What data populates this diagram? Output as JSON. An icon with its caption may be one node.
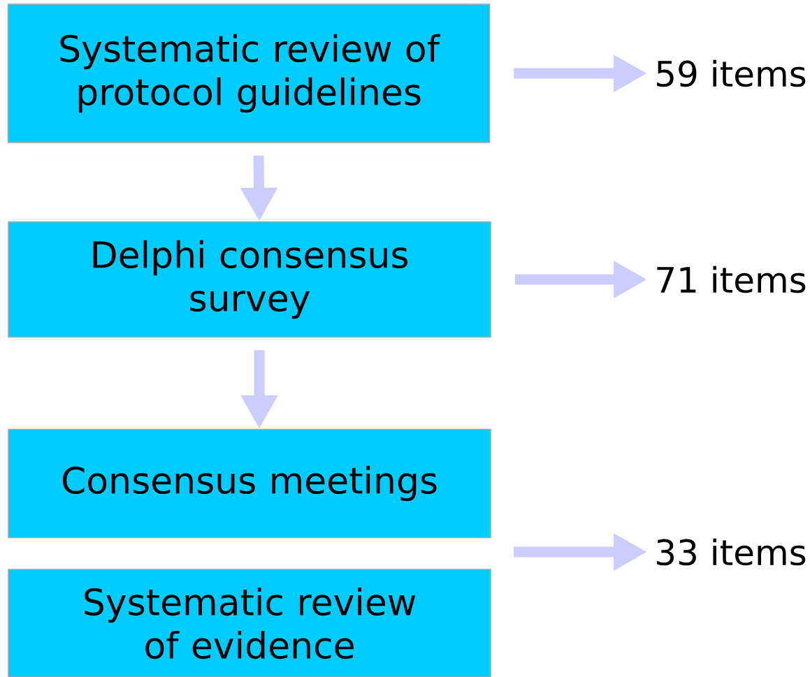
{
  "diagram": {
    "nodes": [
      {
        "text": [
          "Systematic review of protocol guidelines"
        ]
      },
      {
        "text": [
          "Delphi consensus survey"
        ]
      },
      {
        "text": [
          "Consensus meetings"
        ]
      },
      {
        "text": [
          "Systematic review of evidence"
        ]
      },
      {
        "text": [
          "59 items"
        ]
      },
      {
        "text": [
          "71 items"
        ]
      },
      {
        "text": [
          "33 items"
        ]
      }
    ],
    "edges": [
      {
        "from": 0,
        "to": 1,
        "arrow": "to"
      },
      {
        "from": 1,
        "to": 2,
        "arrow": "to"
      },
      {
        "from": 0,
        "to": 4,
        "arrow": "to"
      },
      {
        "from": 1,
        "to": 5,
        "arrow": "to"
      },
      {
        "from": null,
        "to": 6,
        "arrow": "to"
      }
    ]
  }
}
